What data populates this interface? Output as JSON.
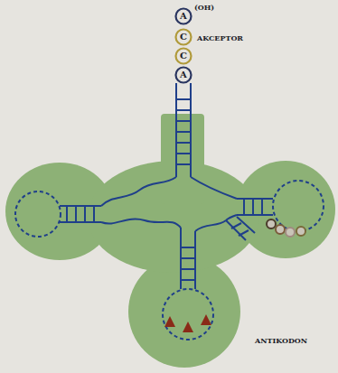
{
  "diagram": {
    "nodes": [
      {
        "text": [
          "A",
          "(OH)"
        ]
      },
      {
        "text": [
          "C"
        ]
      },
      {
        "text": [
          "C"
        ]
      },
      {
        "text": [
          "A"
        ]
      }
    ],
    "labels": [
      "AKCEPTOR",
      "ANTIKODON"
    ]
  }
}
